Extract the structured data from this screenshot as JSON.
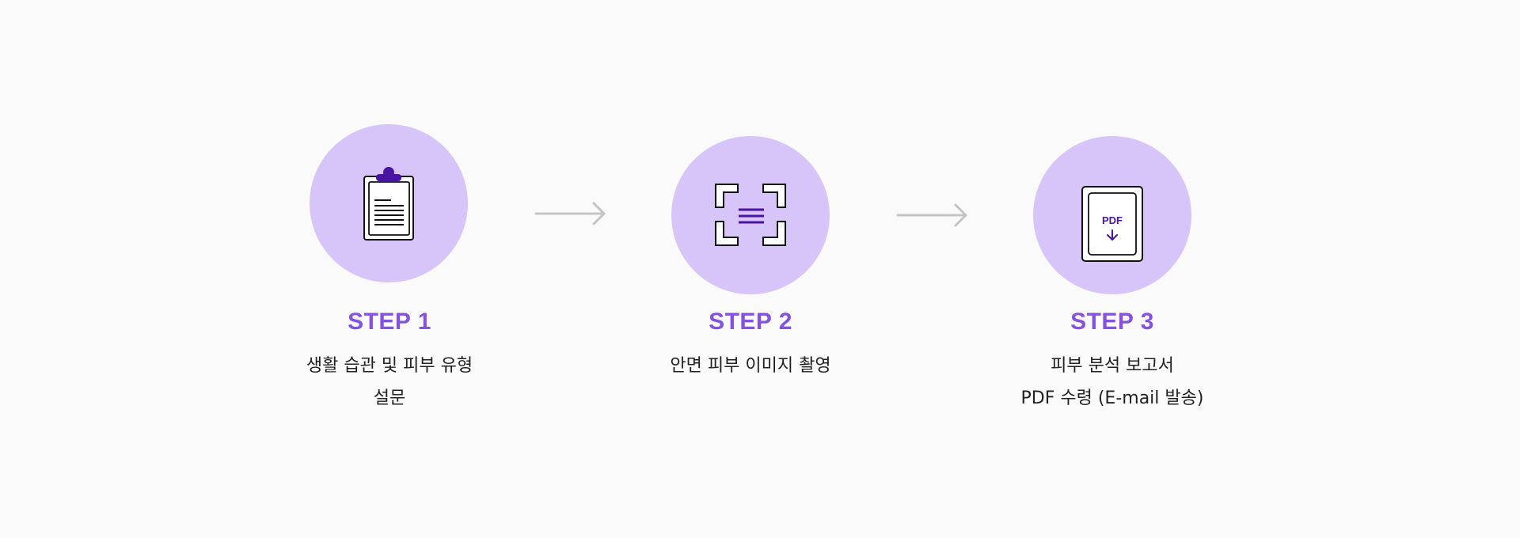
{
  "colors": {
    "background": "#fafafa",
    "circle": "#d7c4f8",
    "accent": "#8552e0",
    "icon_accent": "#4a14a3",
    "arrow": "#c4c4c4",
    "text": "#222222"
  },
  "steps": [
    {
      "title": "STEP 1",
      "lines": [
        "생활 습관 및 피부 유형",
        "설문"
      ],
      "icon": "clipboard-icon"
    },
    {
      "title": "STEP 2",
      "lines": [
        "안면 피부 이미지 촬영"
      ],
      "icon": "face-scan-icon"
    },
    {
      "title": "STEP 3",
      "lines": [
        "피부 분석 보고서",
        "PDF 수령 (E-mail 발송)"
      ],
      "icon": "pdf-download-icon",
      "icon_label": "PDF"
    }
  ],
  "arrows": [
    "arrow-right-icon",
    "arrow-right-icon"
  ]
}
